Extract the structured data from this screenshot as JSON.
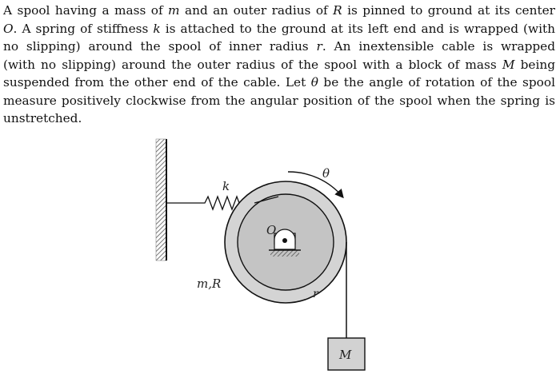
{
  "problem": {
    "lines": [
      [
        {
          "t": "A spool having a mass of "
        },
        {
          "t": "m",
          "i": true
        },
        {
          "t": " and an outer radius of "
        },
        {
          "t": "R",
          "i": true
        },
        {
          "t": " is pinned to ground at its center"
        }
      ],
      [
        {
          "t": "O",
          "i": true
        },
        {
          "t": ". A spring of stiffness "
        },
        {
          "t": "k",
          "i": true
        },
        {
          "t": " is attached to the ground at its left end and is wrapped (with"
        }
      ],
      [
        {
          "t": "no slipping) around the spool of inner radius "
        },
        {
          "t": "r",
          "i": true
        },
        {
          "t": ".  An inextensible cable is wrapped"
        }
      ],
      [
        {
          "t": "(with no slipping) around the outer radius of the spool with a block of mass "
        },
        {
          "t": "M",
          "i": true
        },
        {
          "t": " being"
        }
      ],
      [
        {
          "t": "suspended from the other end of the cable. Let "
        },
        {
          "t": "θ",
          "i": true
        },
        {
          "t": " be the angle of rotation of the spool"
        }
      ],
      [
        {
          "t": "measure positively clockwise from the angular position of the spool when the spring is"
        }
      ],
      [
        {
          "t": "unstretched."
        }
      ]
    ]
  },
  "figure": {
    "label_k": "k",
    "label_theta": "θ",
    "label_O": "O",
    "label_mR": "m,R",
    "label_r": "r",
    "label_M": "M"
  }
}
